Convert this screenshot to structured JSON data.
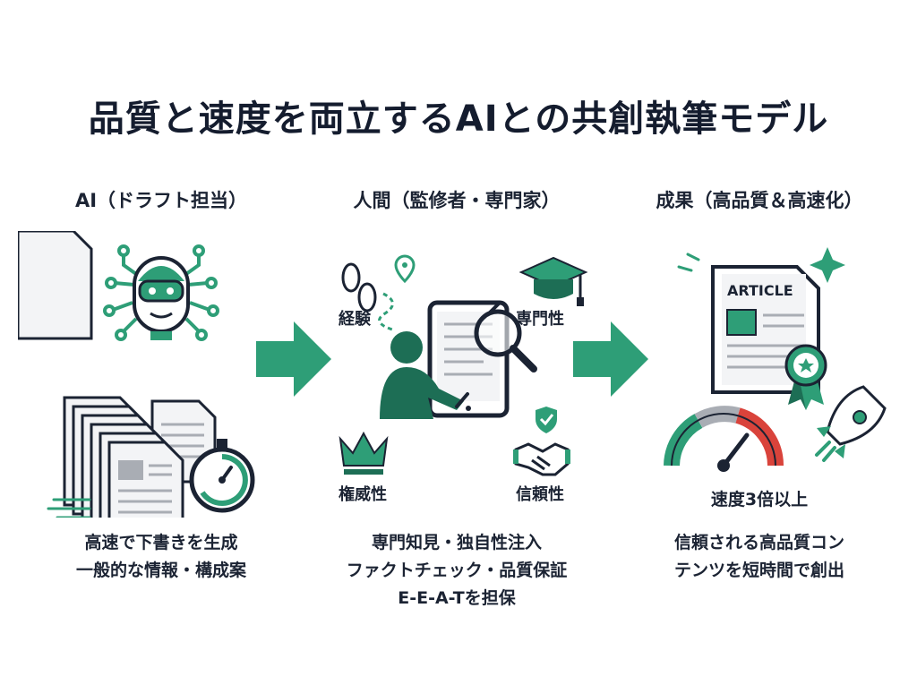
{
  "title": "品質と速度を両立するAIとの共創執筆モデル",
  "columns": [
    {
      "heading": "AI（ドラフト担当）",
      "lines": [
        "高速で下書きを生成",
        "一般的な情報・構成案"
      ]
    },
    {
      "heading": "人間（監修者・専門家）",
      "labels": {
        "experience": "経験",
        "expertise": "専門性",
        "authority": "権威性",
        "trust": "信頼性"
      },
      "lines": [
        "専門知見・独自性注入",
        "ファクトチェック・品質保証",
        "E-E-A-Tを担保"
      ]
    },
    {
      "heading": "成果（高品質＆高速化）",
      "article_label": "ARTICLE",
      "speed_label": "速度3倍以上",
      "lines": [
        "信頼される高品質コン",
        "テンツを短時間で創出"
      ]
    }
  ],
  "colors": {
    "accent": "#2e9e77",
    "accent_dark": "#1d6e55",
    "ink": "#1b2333",
    "paper": "#f3f4f6",
    "gray": "#a9adb4",
    "red": "#d9433b"
  },
  "icons": [
    "robot-icon",
    "documents-icon",
    "stopwatch-icon",
    "footprints-icon",
    "graduation-cap-icon",
    "tablet-icon",
    "magnifier-icon",
    "person-icon",
    "crown-icon",
    "handshake-icon",
    "shield-check-icon",
    "article-icon",
    "award-ribbon-icon",
    "sparkle-icon",
    "speedometer-icon",
    "rocket-icon",
    "arrow-right-icon"
  ]
}
